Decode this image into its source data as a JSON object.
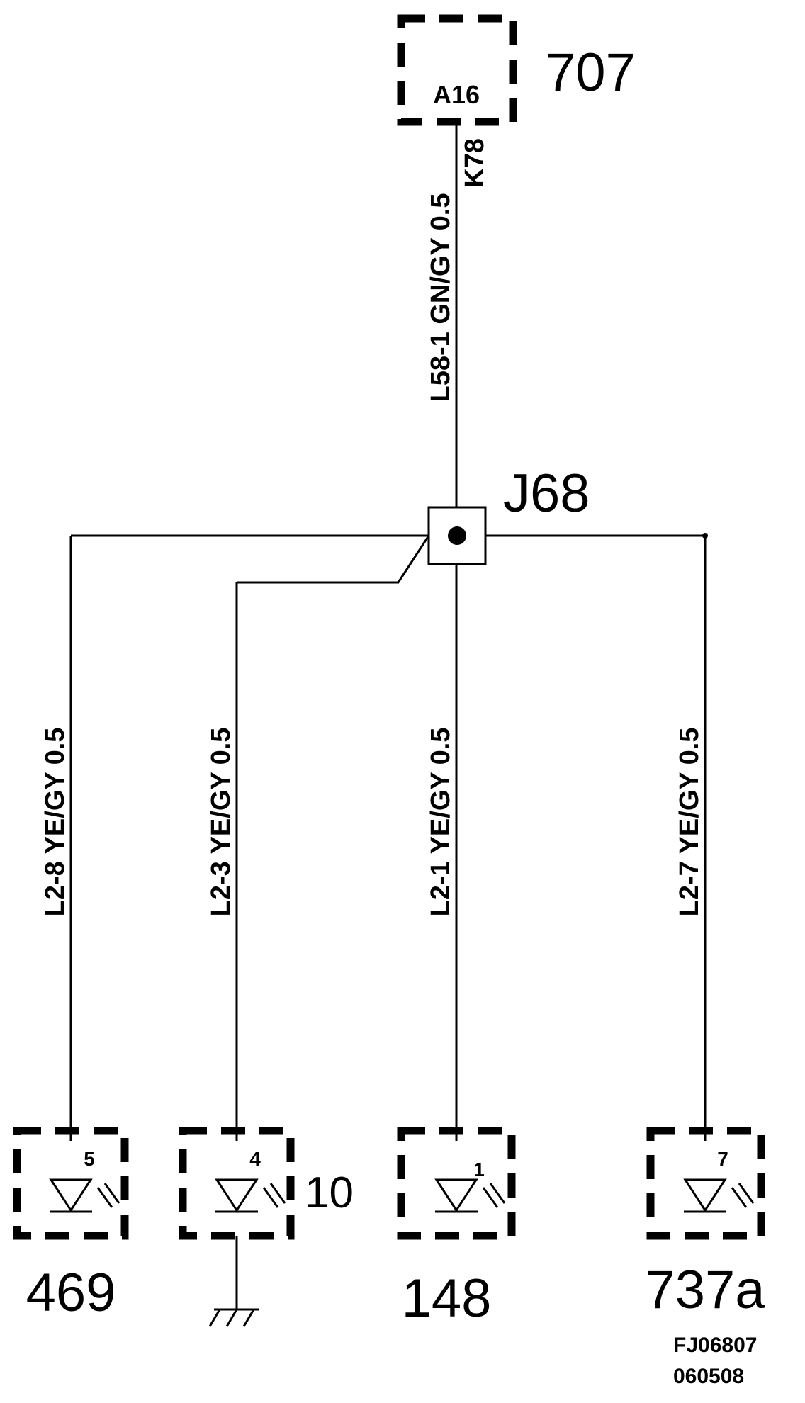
{
  "top_connector": {
    "pin": "A16",
    "component": "707",
    "wire_code": "K78"
  },
  "top_wire": {
    "label": "L58-1  GN/GY 0.5"
  },
  "junction": {
    "label": "J68"
  },
  "branches": [
    {
      "wire": "L2-8  YE/GY 0.5",
      "pin": "5",
      "component": "469"
    },
    {
      "wire": "L2-3  YE/GY 0.5",
      "pin": "4",
      "component": "10"
    },
    {
      "wire": "L2-1  YE/GY 0.5",
      "pin": "1",
      "component": "148"
    },
    {
      "wire": "L2-7  YE/GY 0.5",
      "pin": "7",
      "component": "737a"
    }
  ],
  "footer": {
    "code_1": "FJ06807",
    "code_2": "060508"
  }
}
